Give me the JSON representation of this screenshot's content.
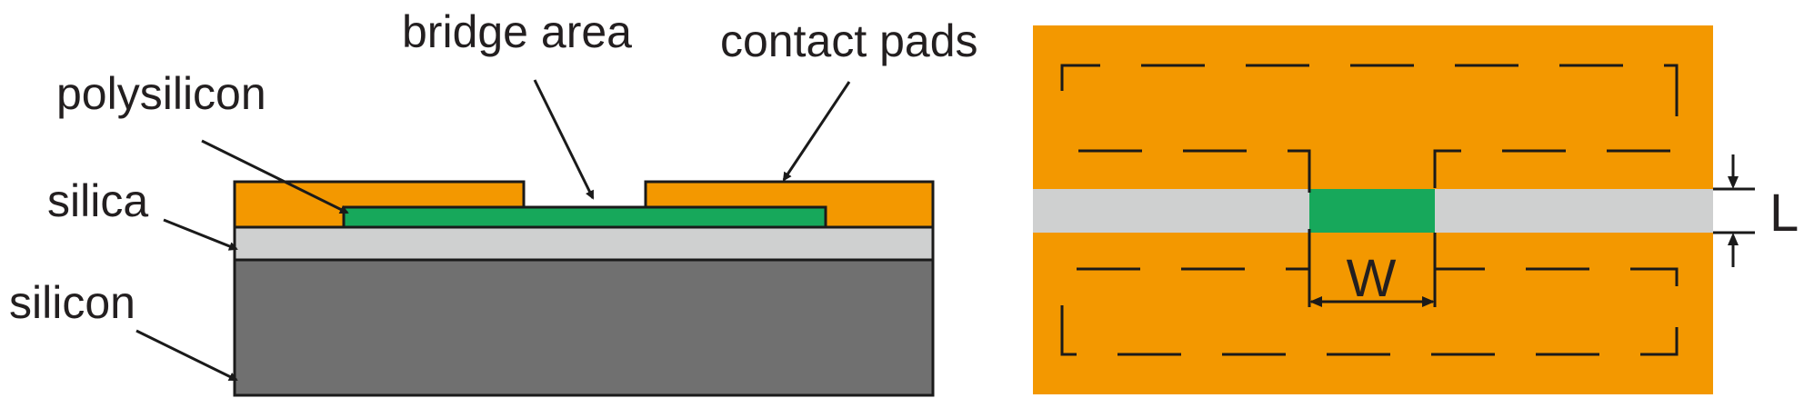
{
  "labels": {
    "bridge_area": "bridge area",
    "contact_pads": "contact pads",
    "polysilicon": "polysilicon",
    "silica": "silica",
    "silicon": "silicon",
    "width": "W",
    "length": "L"
  },
  "colors": {
    "contact_pad": "#f39800",
    "polysilicon": "#17a85b",
    "silica": "#cfd0d0",
    "silicon": "#707070",
    "outline": "#1a1a1a",
    "text": "#231f20"
  }
}
